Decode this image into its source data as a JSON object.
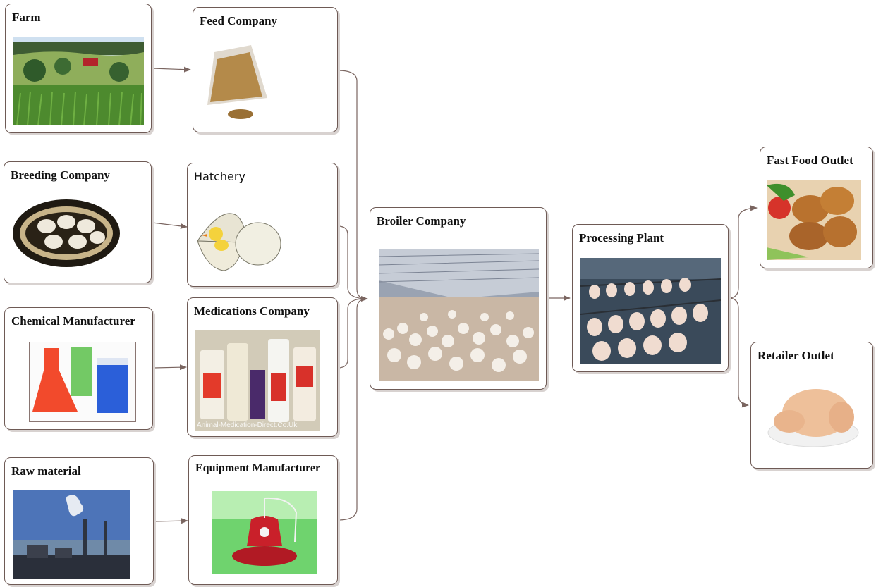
{
  "nodes": {
    "farm": "Farm",
    "feed_company": "Feed Company",
    "breeding_company": "Breeding Company",
    "hatchery": "Hatchery",
    "chemical_manufacturer": "Chemical Manufacturer",
    "medications_company": "Medications Company",
    "raw_material": "Raw material",
    "equipment_manufacturer": "Equipment Manufacturer",
    "broiler_company": "Broiler Company",
    "processing_plant": "Processing Plant",
    "fast_food_outlet": "Fast Food Outlet",
    "retailer_outlet": "Retailer Outlet"
  },
  "images": {
    "medications_watermark": "Animal-Medication-Direct.Co.Uk"
  },
  "colors": {
    "border": "#6e5a55",
    "connector": "#7a6560"
  }
}
